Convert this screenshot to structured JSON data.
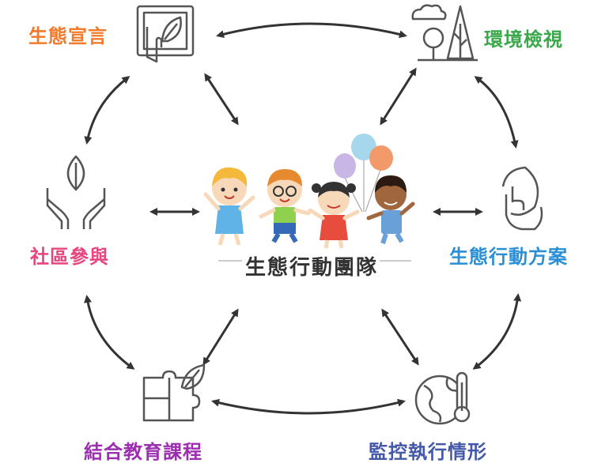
{
  "nodes": {
    "declaration": {
      "label": "生態宣言",
      "color": "#f07b2d",
      "icon": "tablet-leaf-icon"
    },
    "environment": {
      "label": "環境檢視",
      "color": "#3aa84a",
      "icon": "trees-cloud-icon"
    },
    "community": {
      "label": "社區參與",
      "color": "#e8457e",
      "icon": "hands-leaf-icon"
    },
    "action_plan": {
      "label": "生態行動方案",
      "color": "#2a8fd6",
      "icon": "hand-leaf-icon"
    },
    "curriculum": {
      "label": "結合教育課程",
      "color": "#9c2fb0",
      "icon": "puzzle-leaf-icon"
    },
    "monitoring": {
      "label": "監控執行情形",
      "color": "#4458a8",
      "icon": "globe-thermometer-icon"
    }
  },
  "center": {
    "title": "生態行動團隊",
    "image": "kids-with-balloons-illustration"
  },
  "colors": {
    "arrow": "#333333",
    "icon_stroke": "#555555"
  }
}
